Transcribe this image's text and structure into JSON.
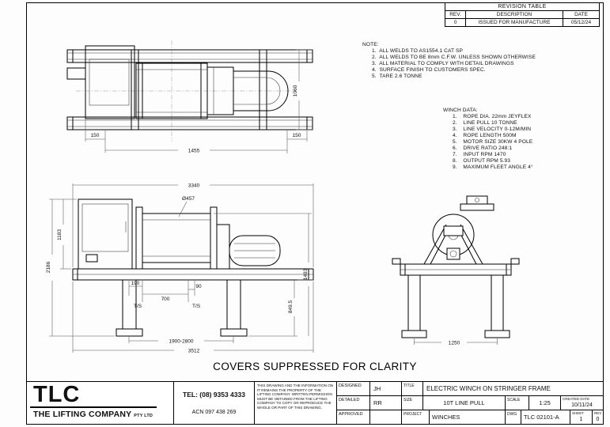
{
  "revision_table": {
    "title": "REVISION TABLE",
    "col_rev": "REV.",
    "col_desc": "DESCRIPTION",
    "col_date": "DATE",
    "row_rev": "0",
    "row_desc": "ISSUED FOR MANUFACTURE",
    "row_date": "05/12/24"
  },
  "notes": {
    "label": "NOTE:",
    "items": [
      "1.  ALL WELDS TO AS1554.1 CAT SP",
      "2.  ALL WELDS TO BE 8mm C.F.W. UNLESS SHOWN OTHERWISE",
      "3.  ALL MATERIAL TO COMPLY WITH DETAIL DRAWINGS",
      "4.  SURFACE FINISH TO CUSTOMERS SPEC.",
      "5.  TARE 2.6 TONNE"
    ]
  },
  "winch_data": {
    "label": "WINCH DATA:",
    "items": [
      "1.    ROPE DIA. 22mm JEYFLEX",
      "2.    LINE PULL 10 TONNE",
      "3.    LINE VELOCITY 0-12M/MIN",
      "4.    ROPE LENGTH 500M",
      "5.    MOTOR SIZE 30KW 4 POLE",
      "6.    DRIVE RATIO 248:1",
      "7.    INPUT RPM 1470",
      "8.    OUTPUT RPM 5.93",
      "9.    MAXIMUM FLEET ANGLE 4°"
    ]
  },
  "caption": "COVERS SUPPRESSED FOR CLARITY",
  "dims": {
    "plan_h": "1060",
    "plan_left": "150",
    "plan_mid": "1455",
    "plan_right": "150",
    "side_top": "3340",
    "drum_dia": "Ø457",
    "cab_h": "1183",
    "total_h": "2186",
    "d190": "190",
    "d700": "700",
    "d90": "90",
    "ts_left": "T/S",
    "ts_right": "T/S",
    "d1493": "1493",
    "leg_h": "849.5",
    "leg_range": "1900-2800",
    "side_total": "3512",
    "end_w": "1250"
  },
  "title_block": {
    "logo": "TLC",
    "company": "THE LIFTING COMPANY",
    "company_suffix": "PTY LTD",
    "tel": "TEL: (08) 9353 4333",
    "acn": "ACN 097 438 269",
    "disclaimer": "THIS DRAWING AND THE INFORMATION ON IT REMAINS THE PROPERTY OF THE LIFTING COMPANY. WRITTEN PERMISSION MUST BE OBTAINED FROM THE LIFTING COMPANY TO COPY OR REPRODUCE THE WHOLE OR PART OF THIS DRAWING.",
    "designed_label": "DESIGNED",
    "designed_value": "JH",
    "detailed_label": "DETAILED",
    "detailed_value": "RR",
    "approved_label": "APPROVED",
    "approved_value": "",
    "title_label": "TITLE",
    "title_value": "ELECTRIC WINCH ON STRINGER FRAME",
    "size_label": "SIZE",
    "size_value": "10T LINE PULL",
    "scale_label": "SCALE",
    "scale_value": "1:25",
    "created_label": "CREATED DATE",
    "created_value": "10/11/24",
    "project_label": "PROJECT",
    "project_value": "WINCHES",
    "dwg_label": "DWG",
    "dwg_value": "TLC 02101-A",
    "sheet_label": "SHEET",
    "sheet_value": "1",
    "rev_label": "REV",
    "rev_value": "0"
  }
}
